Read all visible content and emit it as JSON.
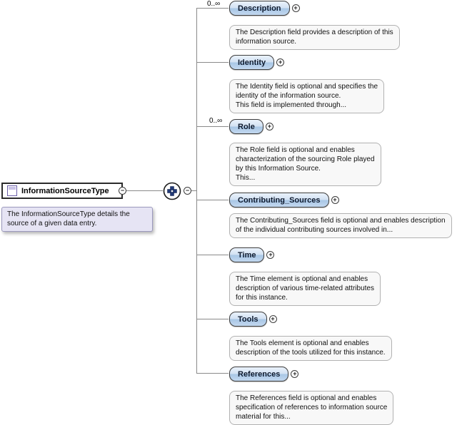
{
  "glyphs": {
    "minus": "−",
    "plus": "+"
  },
  "colors": {
    "badge_blue": "#a9c7e6",
    "tooltip_lavender": "#e6e4f4",
    "note_gray": "#f8f8f8",
    "line_gray": "#8a8a8a"
  },
  "root": {
    "title": "InformationSourceType",
    "annotation": "The InformationSourceType details the\nsource of a given data entry."
  },
  "children": [
    {
      "label": "Description",
      "cardinality": "0..∞",
      "annotation": "The Description field provides a description of this\ninformation source."
    },
    {
      "label": "Identity",
      "cardinality": "",
      "annotation": "The Identity field is optional and specifies the\nidentity of the information source.\nThis field is implemented through..."
    },
    {
      "label": "Role",
      "cardinality": "0..∞",
      "annotation": "The Role field is optional and enables\ncharacterization of the sourcing Role played\nby this Information Source.\nThis..."
    },
    {
      "label": "Contributing_Sources",
      "cardinality": "",
      "annotation": "The Contributing_Sources field is optional and enables description\nof the individual contributing sources involved in..."
    },
    {
      "label": "Time",
      "cardinality": "",
      "annotation": "The Time element is optional and enables\ndescription of various time-related attributes\nfor this instance."
    },
    {
      "label": "Tools",
      "cardinality": "",
      "annotation": "The Tools element is optional and enables\ndescription of the tools utilized for this instance."
    },
    {
      "label": "References",
      "cardinality": "",
      "annotation": "The References field is optional and enables\nspecification of references to information source\nmaterial for this..."
    }
  ]
}
